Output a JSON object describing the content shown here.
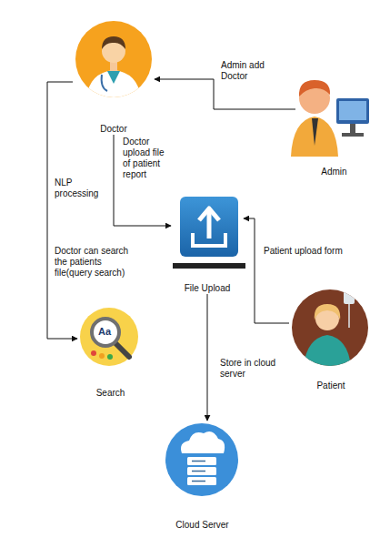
{
  "diagram": {
    "nodes": [
      {
        "text": [
          "Doctor"
        ]
      },
      {
        "text": [
          "Admin"
        ]
      },
      {
        "text": [
          "File Upload"
        ]
      },
      {
        "text": [
          "Patient"
        ]
      },
      {
        "text": [
          "Search"
        ]
      },
      {
        "text": [
          "Cloud Server"
        ]
      }
    ],
    "edges": [
      {
        "from": 1,
        "to": 0,
        "label": "Admin add Doctor",
        "arrow": "to"
      },
      {
        "from": 0,
        "to": 2,
        "label": "Doctor upload file of patient report",
        "arrow": "to"
      },
      {
        "from": 3,
        "to": 2,
        "label": "Patient upload form",
        "arrow": "to"
      },
      {
        "from": 2,
        "to": 5,
        "label": "Store in cloud server",
        "arrow": "to"
      },
      {
        "from": 0,
        "to": 4,
        "label": "NLP processing",
        "arrow": "to"
      }
    ],
    "labels": [
      "Doctor can search the patients file(query search)",
      "Aa"
    ]
  }
}
